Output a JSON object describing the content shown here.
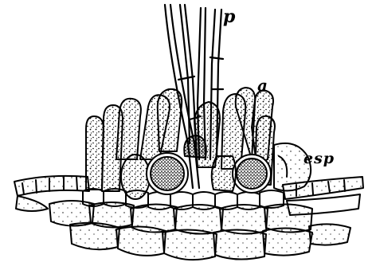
{
  "labels": {
    "p": "p",
    "a": "a",
    "esp": "esp"
  },
  "colors": {
    "ink": "#000000",
    "paper": "#ffffff"
  }
}
